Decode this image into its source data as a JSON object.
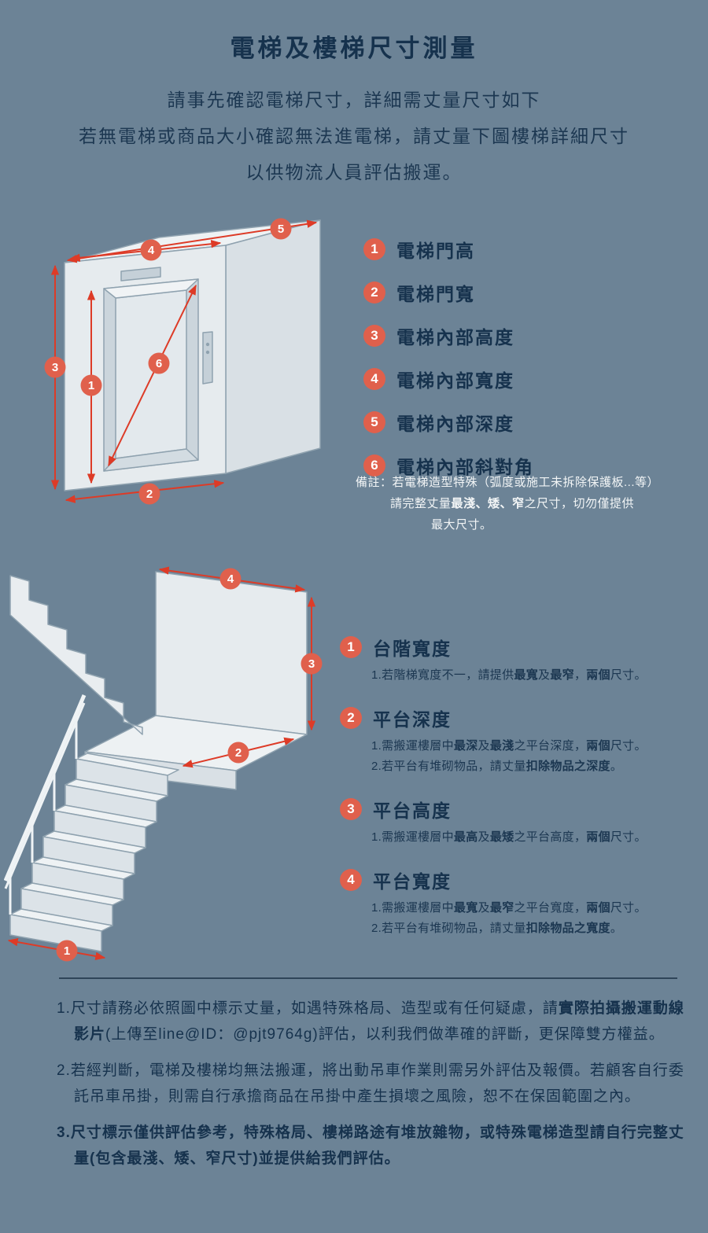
{
  "page": {
    "title": "電梯及樓梯尺寸測量",
    "intro_lines": [
      "請事先確認電梯尺寸，詳細需丈量尺寸如下",
      "若無電梯或商品大小確認無法進電梯，請丈量下圖樓梯詳細尺寸",
      "以供物流人員評估搬運。"
    ]
  },
  "colors": {
    "background": "#6C8396",
    "text": "#1C3751",
    "badge": "#E0604C",
    "measure_line": "#DD3B27",
    "note_text": "#F2F5F6"
  },
  "elevator": {
    "legend": [
      {
        "num": "1",
        "label": "電梯門高"
      },
      {
        "num": "2",
        "label": "電梯門寬"
      },
      {
        "num": "3",
        "label": "電梯內部高度"
      },
      {
        "num": "4",
        "label": "電梯內部寬度"
      },
      {
        "num": "5",
        "label": "電梯內部深度"
      },
      {
        "num": "6",
        "label": "電梯內部斜對角"
      }
    ],
    "note_line1": "備註：若電梯造型特殊（弧度或施工未拆除保護板...等）",
    "note_line2": [
      {
        "t": "請完整丈量"
      },
      {
        "t": "最淺、矮、窄",
        "b": true
      },
      {
        "t": "之尺寸，切勿僅提供"
      }
    ],
    "note_line3": "最大尺寸。"
  },
  "stairs": {
    "legend": [
      {
        "num": "1",
        "title": "台階寬度",
        "details": [
          [
            {
              "t": "1.若階梯寬度不一，請提供"
            },
            {
              "t": "最寬",
              "b": true
            },
            {
              "t": "及"
            },
            {
              "t": "最窄",
              "b": true
            },
            {
              "t": "，"
            },
            {
              "t": "兩個",
              "b": true
            },
            {
              "t": "尺寸。"
            }
          ]
        ]
      },
      {
        "num": "2",
        "title": "平台深度",
        "details": [
          [
            {
              "t": "1.需搬運樓層中"
            },
            {
              "t": "最深",
              "b": true
            },
            {
              "t": "及"
            },
            {
              "t": "最淺",
              "b": true
            },
            {
              "t": "之平台深度，"
            },
            {
              "t": "兩個",
              "b": true
            },
            {
              "t": "尺寸。"
            }
          ],
          [
            {
              "t": "2.若平台有堆砌物品，請丈量"
            },
            {
              "t": "扣除物品之深度",
              "b": true
            },
            {
              "t": "。"
            }
          ]
        ]
      },
      {
        "num": "3",
        "title": "平台高度",
        "details": [
          [
            {
              "t": "1.需搬運樓層中"
            },
            {
              "t": "最高",
              "b": true
            },
            {
              "t": "及"
            },
            {
              "t": "最矮",
              "b": true
            },
            {
              "t": "之平台高度，"
            },
            {
              "t": "兩個",
              "b": true
            },
            {
              "t": "尺寸。"
            }
          ]
        ]
      },
      {
        "num": "4",
        "title": "平台寬度",
        "details": [
          [
            {
              "t": "1.需搬運樓層中"
            },
            {
              "t": "最寬",
              "b": true
            },
            {
              "t": "及"
            },
            {
              "t": "最窄",
              "b": true
            },
            {
              "t": "之平台寬度，"
            },
            {
              "t": "兩個",
              "b": true
            },
            {
              "t": "尺寸。"
            }
          ],
          [
            {
              "t": "2.若平台有堆砌物品，請丈量"
            },
            {
              "t": "扣除物品之寬度",
              "b": true
            },
            {
              "t": "。"
            }
          ]
        ]
      }
    ]
  },
  "footer": {
    "notes": [
      [
        {
          "t": "1.尺寸請務必依照圖中標示丈量，如遇特殊格局、造型或有任何疑慮，請"
        },
        {
          "t": "實際拍攝搬運動線影片",
          "b": true
        },
        {
          "t": "(上傳至line@ID：@pjt9764g)評估，以利我們做準確的評斷，更保障雙方權益。"
        }
      ],
      [
        {
          "t": "2.若經判斷，電梯及樓梯均無法搬運，將出動吊車作業則需另外評估及報價。若顧客自行委託吊車吊掛，則需自行承擔商品在吊掛中產生損壞之風險，恕不在保固範圍之內。"
        }
      ],
      [
        {
          "t": "3.尺寸標示僅供評估參考，特殊格局、樓梯路途有堆放雜物，或特殊電梯造型請自行完整丈量(包含最淺、矮、窄尺寸)並提供給我們評估。",
          "b": true
        }
      ]
    ]
  }
}
